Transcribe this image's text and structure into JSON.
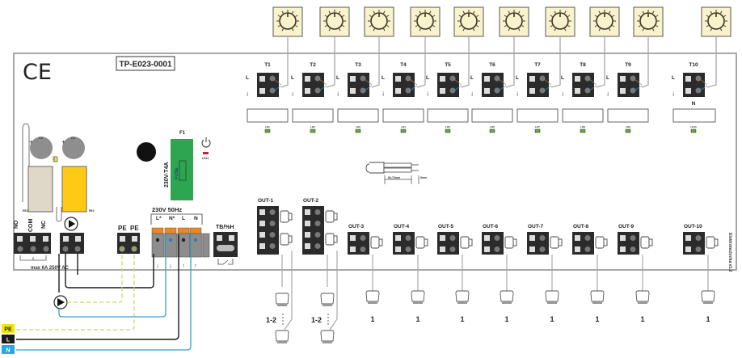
{
  "board": {
    "model": "TP-E023-0001",
    "ce_mark": "CE",
    "version": "Elektrotechnika v1.2"
  },
  "colors": {
    "board_outline": "#8a8a8a",
    "thermostat_fill": "#f8f3cc",
    "terminal_block": "#2b2b2b",
    "fuse_green": "#2ea651",
    "relay_beige": "#ded8c8",
    "relay_yellow": "#ffc914",
    "wire_L": "#1a1a1a",
    "wire_N": "#3a9fcf",
    "wire_PE": "#c8d86a",
    "led_green": "#58b031",
    "led_red": "#c0262d",
    "power_orange": "#e58a2c"
  },
  "thermostats": [
    {
      "id": "T1",
      "led": "LD1"
    },
    {
      "id": "T2",
      "led": "LD2"
    },
    {
      "id": "T3",
      "led": "LD3"
    },
    {
      "id": "T4",
      "led": "LD4"
    },
    {
      "id": "T5",
      "led": "LD5"
    },
    {
      "id": "T6",
      "led": "LD6"
    },
    {
      "id": "T7",
      "led": "LD7"
    },
    {
      "id": "T8",
      "led": "LD8"
    },
    {
      "id": "T9",
      "led": "LD9"
    },
    {
      "id": "T10",
      "led": "LD10"
    }
  ],
  "thermostat_terminal_labels": {
    "L": "L",
    "arrow": "↓",
    "N": "N"
  },
  "outputs": [
    {
      "id": "OUT-1",
      "actuators": "1-2"
    },
    {
      "id": "OUT-2",
      "actuators": "1-2"
    },
    {
      "id": "OUT-3",
      "actuators": "1"
    },
    {
      "id": "OUT-4",
      "actuators": "1"
    },
    {
      "id": "OUT-5",
      "actuators": "1"
    },
    {
      "id": "OUT-6",
      "actuators": "1"
    },
    {
      "id": "OUT-7",
      "actuators": "1"
    },
    {
      "id": "OUT-8",
      "actuators": "1"
    },
    {
      "id": "OUT-9",
      "actuators": "1"
    },
    {
      "id": "OUT-10",
      "actuators": "1"
    }
  ],
  "fuse": {
    "label": "F1",
    "rating": "230V-T4A",
    "text": "FUSE"
  },
  "power_led": "LD11",
  "capacitors": [
    "C2",
    "C1"
  ],
  "relays": [
    "RE2",
    "RE1"
  ],
  "led_relay": "LD12",
  "relay_contacts": {
    "labels": [
      "NO",
      "COM",
      "NC"
    ],
    "rating": "max 6A 250V AC"
  },
  "pump_symbol": "pump",
  "pe_terminals": [
    "PE",
    "PE"
  ],
  "power_supply": {
    "title": "230V 50Hz",
    "terminals": [
      "L*",
      "N*",
      "L",
      "N"
    ],
    "arrows": [
      "↓",
      "↓",
      "↑",
      "↑"
    ]
  },
  "tb_terminal": "TB/%H",
  "cable_strip": {
    "strip_length": "60-70mm",
    "wire_length": "8mm"
  },
  "mains_legend": [
    {
      "label": "PE",
      "color": "#f2e600",
      "text_color": "#222222"
    },
    {
      "label": "L",
      "color": "#1a1a1a",
      "text_color": "#ffffff"
    },
    {
      "label": "N",
      "color": "#29a8e0",
      "text_color": "#ffffff"
    }
  ]
}
